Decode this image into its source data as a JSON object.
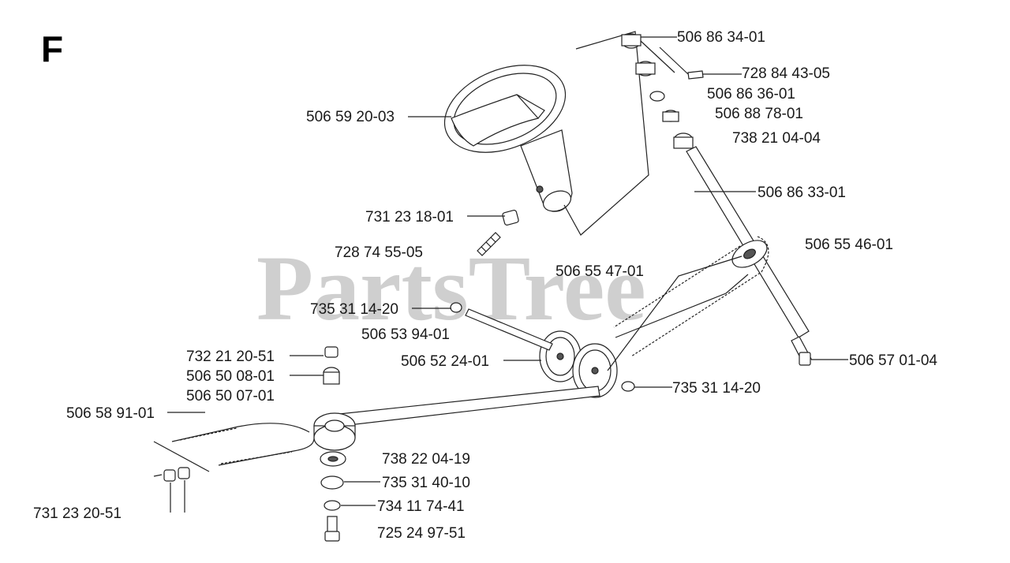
{
  "section_letter": "F",
  "watermark": "PartsTree",
  "labels": [
    {
      "id": "l1",
      "text": "506 86 34-01"
    },
    {
      "id": "l2",
      "text": "728 84 43-05"
    },
    {
      "id": "l3",
      "text": "506 86 36-01"
    },
    {
      "id": "l4",
      "text": "506 88 78-01"
    },
    {
      "id": "l5",
      "text": "738 21 04-04"
    },
    {
      "id": "l6",
      "text": "506 59 20-03"
    },
    {
      "id": "l7",
      "text": "506 86 33-01"
    },
    {
      "id": "l8",
      "text": "731 23 18-01"
    },
    {
      "id": "l9",
      "text": "506 55 46-01"
    },
    {
      "id": "l10",
      "text": "728 74 55-05"
    },
    {
      "id": "l11",
      "text": "506 55 47-01"
    },
    {
      "id": "l12",
      "text": "735 31 14-20"
    },
    {
      "id": "l13",
      "text": "506 53 94-01"
    },
    {
      "id": "l14",
      "text": "732 21 20-51"
    },
    {
      "id": "l15",
      "text": "506 52 24-01"
    },
    {
      "id": "l16",
      "text": "506 57 01-04"
    },
    {
      "id": "l17",
      "text": "506 50 08-01"
    },
    {
      "id": "l18",
      "text": "735 31 14-20"
    },
    {
      "id": "l19",
      "text": "506 50 07-01"
    },
    {
      "id": "l20",
      "text": "506 58 91-01"
    },
    {
      "id": "l21",
      "text": "738 22 04-19"
    },
    {
      "id": "l22",
      "text": "735 31 40-10"
    },
    {
      "id": "l23",
      "text": "734 11 74-41"
    },
    {
      "id": "l24",
      "text": "731 23 20-51"
    },
    {
      "id": "l25",
      "text": "725 24 97-51"
    }
  ]
}
